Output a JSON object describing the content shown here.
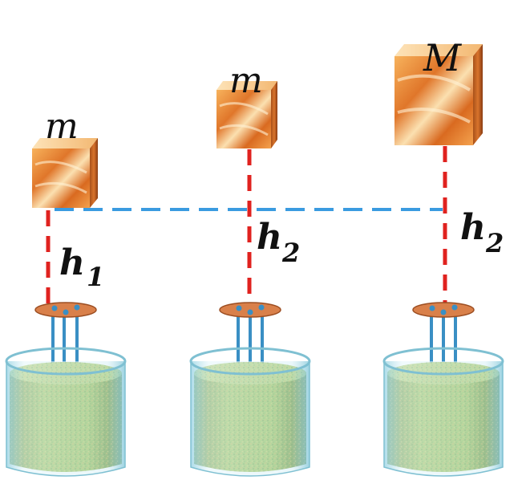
{
  "labels": {
    "mass_left": "m",
    "mass_middle": "m",
    "mass_right": "M",
    "height_left_main": "h",
    "height_left_sub": "1",
    "height_middle_main": "h",
    "height_middle_sub": "2",
    "height_right_main": "h",
    "height_right_sub": "2"
  },
  "colors": {
    "drop_line": "#e0221f",
    "reference_line": "#3a9be0",
    "sand": "#7aa832",
    "glass": "#bfe6ef",
    "wood": "#e8913a",
    "plate": "#d9804a",
    "stake": "#3a8fc4"
  }
}
